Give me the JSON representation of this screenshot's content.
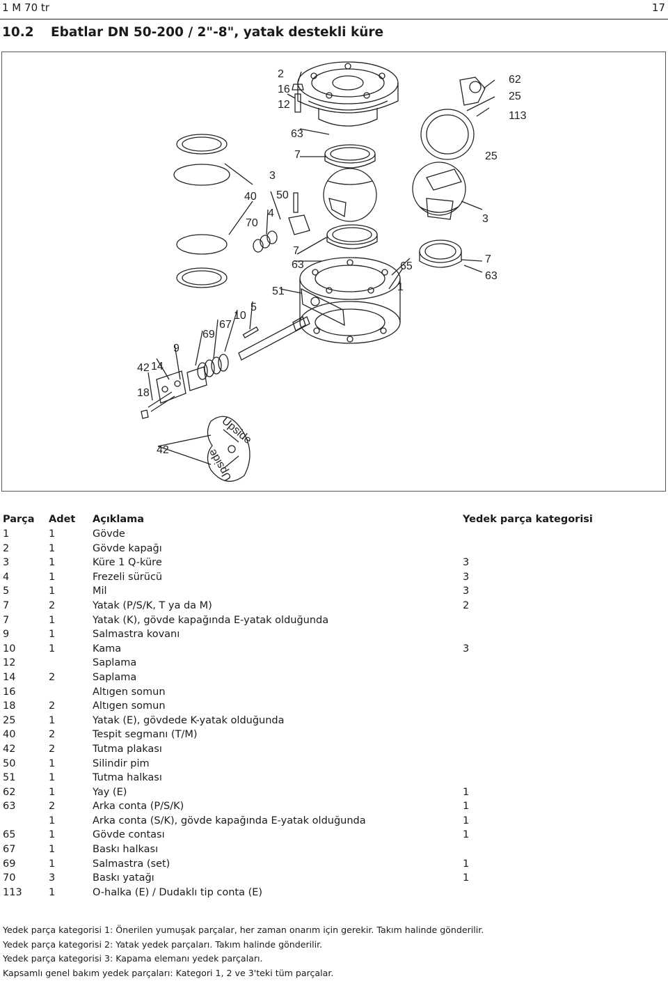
{
  "header": {
    "left": "1 M 70 tr",
    "right": "17"
  },
  "section": {
    "number": "10.2",
    "title": "Ebatlar DN 50-200 / 2\"-8\", yatak destekli küre"
  },
  "figure": {
    "callouts": [
      "2",
      "16",
      "12",
      "62",
      "25",
      "113",
      "63",
      "7",
      "25",
      "3",
      "50",
      "40",
      "4",
      "70",
      "3",
      "7",
      "63",
      "65",
      "7",
      "63",
      "1",
      "51",
      "5",
      "10",
      "67",
      "69",
      "9",
      "14",
      "42",
      "18",
      "42"
    ],
    "stamp_text": "Upside"
  },
  "table": {
    "headers": {
      "part": "Parça",
      "qty": "Adet",
      "desc": "Açıklama",
      "cat": "Yedek parça kategorisi"
    },
    "rows": [
      {
        "part": "1",
        "qty": "1",
        "desc": "Gövde",
        "cat": ""
      },
      {
        "part": "2",
        "qty": "1",
        "desc": "Gövde kapağı",
        "cat": ""
      },
      {
        "part": "3",
        "qty": "1",
        "desc": "Küre 1 Q-küre",
        "cat": "3"
      },
      {
        "part": "4",
        "qty": "1",
        "desc": "Frezeli sürücü",
        "cat": "3"
      },
      {
        "part": "5",
        "qty": "1",
        "desc": "Mil",
        "cat": "3"
      },
      {
        "part": "7",
        "qty": "2",
        "desc": "Yatak (P/S/K, T ya da M)",
        "cat": "2"
      },
      {
        "part": "7",
        "qty": "1",
        "desc": "Yatak (K), gövde kapağında E-yatak olduğunda",
        "cat": ""
      },
      {
        "part": "9",
        "qty": "1",
        "desc": "Salmastra kovanı",
        "cat": ""
      },
      {
        "part": "10",
        "qty": "1",
        "desc": "Kama",
        "cat": "3"
      },
      {
        "part": "12",
        "qty": "",
        "desc": "Saplama",
        "cat": ""
      },
      {
        "part": "14",
        "qty": "2",
        "desc": "Saplama",
        "cat": ""
      },
      {
        "part": "16",
        "qty": "",
        "desc": "Altıgen somun",
        "cat": ""
      },
      {
        "part": "18",
        "qty": "2",
        "desc": "Altıgen somun",
        "cat": ""
      },
      {
        "part": "25",
        "qty": "1",
        "desc": "Yatak (E), gövdede K-yatak olduğunda",
        "cat": ""
      },
      {
        "part": "40",
        "qty": "2",
        "desc": "Tespit segmanı (T/M)",
        "cat": ""
      },
      {
        "part": "42",
        "qty": "2",
        "desc": "Tutma plakası",
        "cat": ""
      },
      {
        "part": "50",
        "qty": "1",
        "desc": "Silindir pim",
        "cat": ""
      },
      {
        "part": "51",
        "qty": "1",
        "desc": "Tutma halkası",
        "cat": ""
      },
      {
        "part": "62",
        "qty": "1",
        "desc": "Yay (E)",
        "cat": "1"
      },
      {
        "part": "63",
        "qty": "2",
        "desc": "Arka conta (P/S/K)",
        "cat": "1"
      },
      {
        "part": "",
        "qty": "1",
        "desc": "Arka conta (S/K), gövde kapağında E-yatak olduğunda",
        "cat": "1"
      },
      {
        "part": "65",
        "qty": "1",
        "desc": "Gövde contası",
        "cat": "1"
      },
      {
        "part": "67",
        "qty": "1",
        "desc": "Baskı halkası",
        "cat": ""
      },
      {
        "part": "69",
        "qty": "1",
        "desc": "Salmastra (set)",
        "cat": "1"
      },
      {
        "part": "70",
        "qty": "3",
        "desc": "Baskı yatağı",
        "cat": "1"
      },
      {
        "part": "113",
        "qty": "1",
        "desc": "O-halka (E) / Dudaklı tip conta (E)",
        "cat": ""
      }
    ]
  },
  "notes": [
    "Yedek parça kategorisi 1: Önerilen yumuşak parçalar, her zaman onarım için gerekir. Takım halinde gönderilir.",
    "Yedek parça kategorisi 2: Yatak yedek parçaları. Takım halinde gönderilir.",
    "Yedek parça kategorisi 3: Kapama elemanı yedek parçaları.",
    "Kapsamlı genel bakım yedek parçaları: Kategori 1, 2 ve 3'teki tüm parçalar."
  ]
}
